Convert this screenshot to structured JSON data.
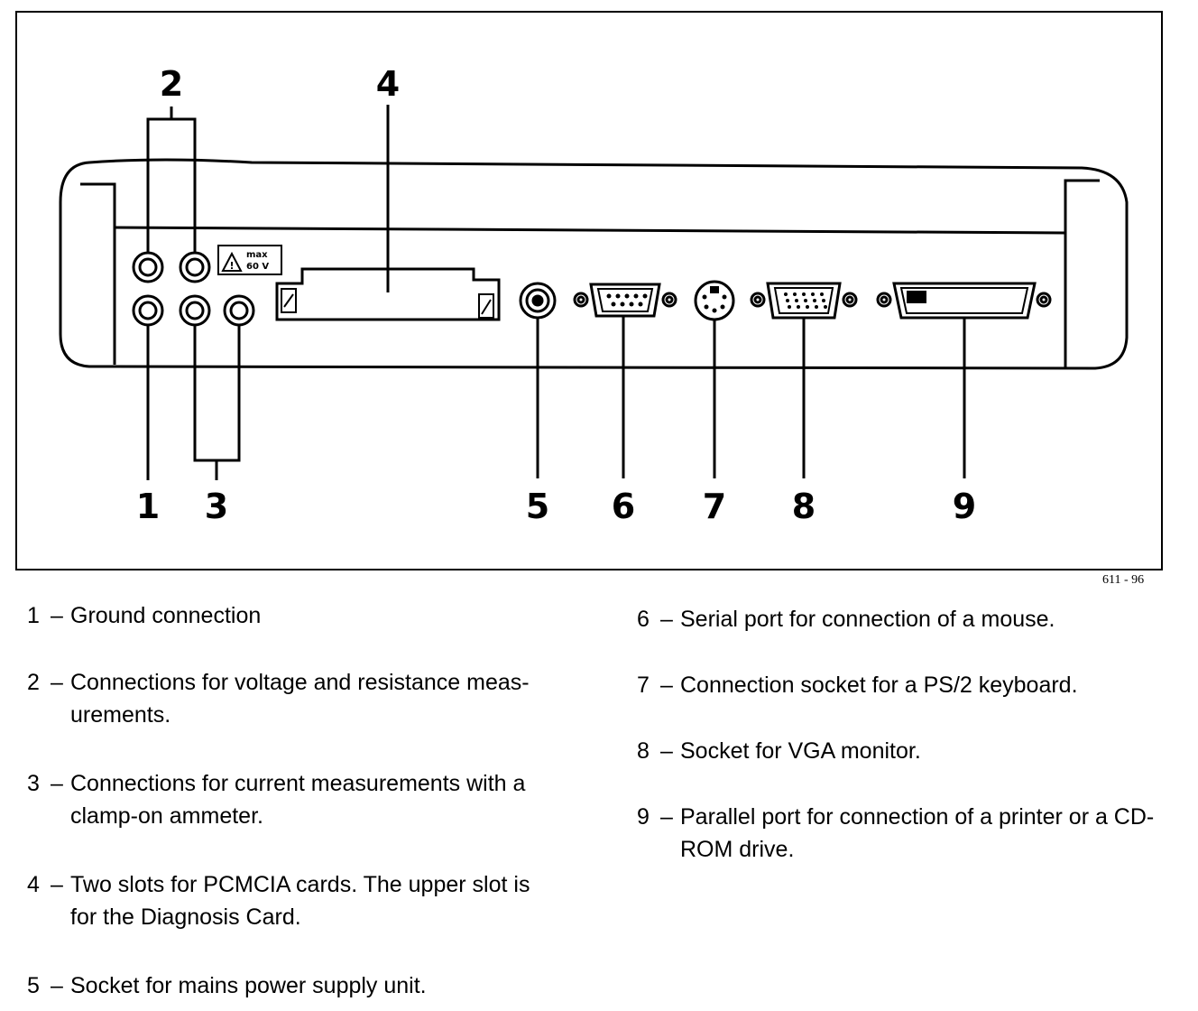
{
  "figure": {
    "reference": "611 - 96",
    "callouts": [
      "1",
      "2",
      "3",
      "4",
      "5",
      "6",
      "7",
      "8",
      "9"
    ],
    "warning_label": {
      "line1": "max",
      "line2": "60 V"
    }
  },
  "legend": [
    {
      "num": "1",
      "text": "Ground connection"
    },
    {
      "num": "2",
      "text": "Connections for voltage and resistance meas-urements."
    },
    {
      "num": "3",
      "text": "Connections for current measurements with a clamp-on ammeter."
    },
    {
      "num": "4",
      "text": "Two slots for PCMCIA cards. The upper slot is for the Diagnosis Card."
    },
    {
      "num": "5",
      "text": "Socket for mains power supply unit."
    },
    {
      "num": "6",
      "text": "Serial port for connection of a mouse."
    },
    {
      "num": "7",
      "text": "Connection socket for a PS/2 keyboard."
    },
    {
      "num": "8",
      "text": "Socket for VGA monitor."
    },
    {
      "num": "9",
      "text": "Parallel port for connection of a printer or a CD-ROM drive."
    }
  ]
}
